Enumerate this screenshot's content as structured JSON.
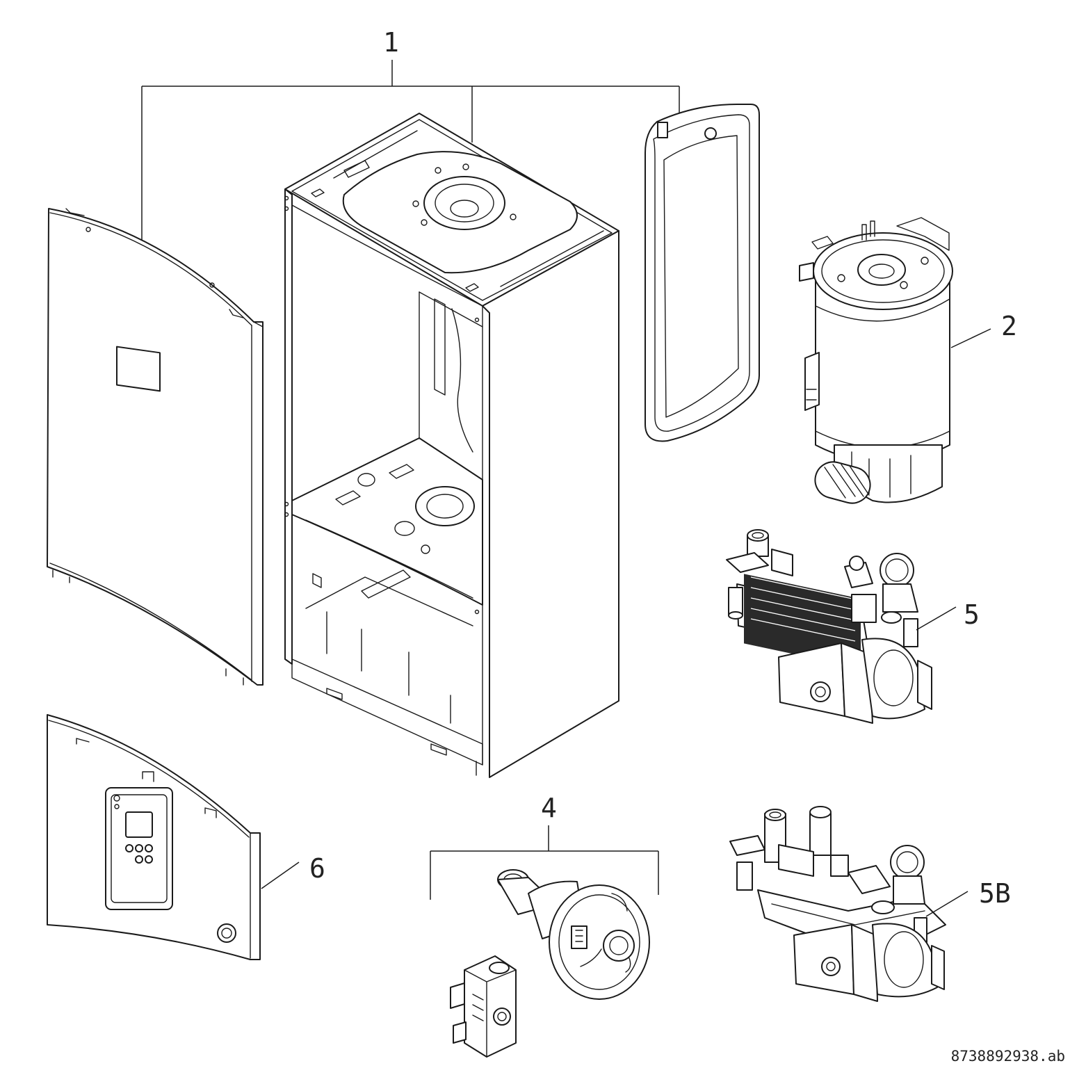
{
  "callouts": {
    "casing": "1",
    "heat_exchanger": "2",
    "fan_gas_valve": "4",
    "hydraulic_block": "5",
    "hydraulic_block_b": "5B",
    "lower_front_panel": "6"
  },
  "document_number": "8738892938.ab"
}
